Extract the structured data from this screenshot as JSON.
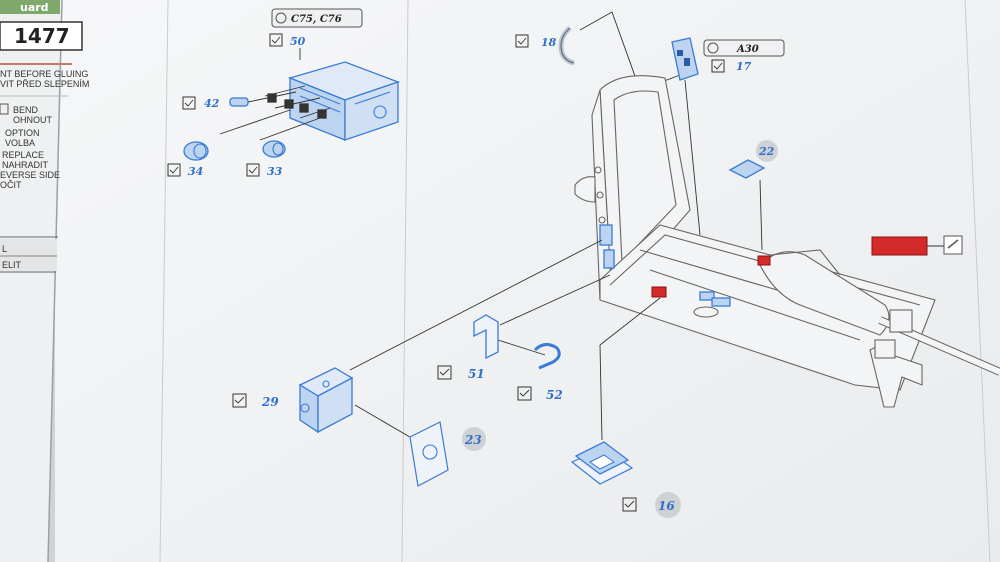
{
  "sheet": {
    "product_number": "1477",
    "brand_fragment": "uard",
    "legend": {
      "glue_note_en": "NT BEFORE GLUING",
      "glue_note_cz": "VIT PŘED SLEPENÍM",
      "bend_en": "BEND",
      "bend_cz": "OHNOUT",
      "option_en": "OPTION",
      "option_cz": "VOLBA",
      "replace_en": "REPLACE",
      "replace_cz": "NAHRADIT",
      "reverse_en": "EVERSE SIDE",
      "reverse_cz": "OČIT",
      "remove_en": "L",
      "remove_cz": "ELIT"
    }
  },
  "callouts": {
    "c75_c76": "C75, C76",
    "a30": "A30",
    "p50": "50",
    "p42": "42",
    "p34": "34",
    "p33": "33",
    "p18": "18",
    "p17": "17",
    "p22": "22",
    "p29": "29",
    "p23": "23",
    "p51": "51",
    "p52": "52",
    "p16": "16"
  },
  "colors": {
    "paper": "#f4f5f6",
    "part_blue": "#3a7bd5",
    "part_fill": "#bcd4f0",
    "resin_red": "#d42a2a",
    "line_gray": "#666666"
  },
  "icons": [
    "check-box-icon",
    "tool-circle-icon",
    "pe-fret-icon"
  ]
}
